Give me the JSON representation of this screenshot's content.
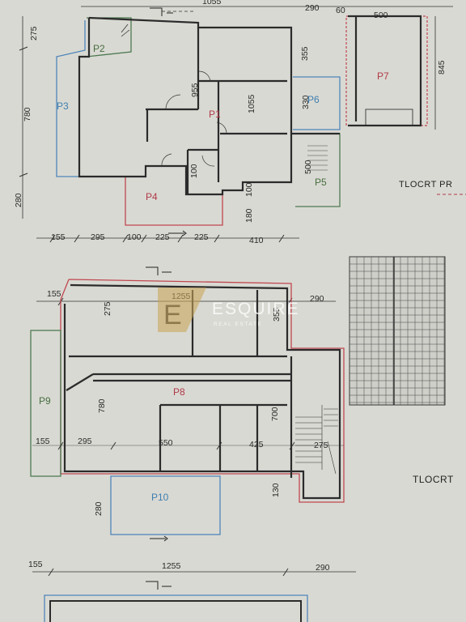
{
  "title": "TLOCRT PR",
  "title2": "TLOCRT",
  "watermark": {
    "logo_letter": "E",
    "brand": "ESQUIRE",
    "sub": "REAL ESTATE"
  },
  "colors": {
    "paper": "#d9d9d3",
    "wall": "#2b2b2b",
    "red_outline": "#c0474f",
    "blue_outline": "#4f86b8",
    "green_outline": "#4d7a52",
    "label_red": "#b03a48",
    "label_blue": "#3e7fb0",
    "label_green": "#466e3f",
    "watermark_gold": "#c9a55a"
  },
  "plan1": {
    "rooms": {
      "p1": "P1",
      "p2": "P2",
      "p3": "P3",
      "p4": "P4",
      "p5": "P5",
      "p6": "P6",
      "p7": "P7"
    },
    "dims_top": {
      "d1": "1055",
      "d2": "290",
      "d3": "60",
      "d4": "500"
    },
    "dims_left": {
      "d1": "275",
      "d2": "780",
      "d3": "280"
    },
    "dims_right": {
      "d1": "845"
    },
    "dims_inner": {
      "a": "355",
      "b": "955",
      "c": "1055",
      "d": "330",
      "e": "500",
      "f": "100",
      "g": "100",
      "h": "180"
    },
    "dims_bottom": {
      "a": "155",
      "b": "295",
      "c": "100",
      "d": "225",
      "e": "225",
      "f": "410"
    }
  },
  "plan2": {
    "rooms": {
      "p8": "P8",
      "p9": "P9",
      "p10": "P10"
    },
    "dims_top": {
      "a": "155",
      "b": "1255",
      "c": "290"
    },
    "dims_inner": {
      "a": "275",
      "b": "355",
      "c": "780",
      "d": "700",
      "e": "130",
      "f": "280"
    },
    "dims_bottom": {
      "a": "155",
      "b": "295",
      "c": "550",
      "d": "425",
      "e": "275"
    }
  },
  "plan3": {
    "dims_top": {
      "a": "155",
      "b": "1255",
      "c": "290"
    }
  }
}
